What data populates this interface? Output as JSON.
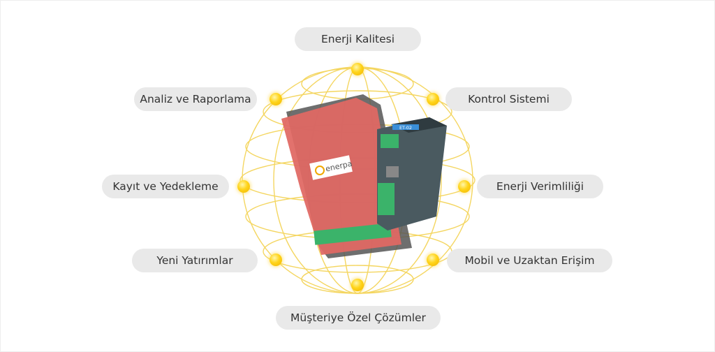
{
  "features": [
    {
      "id": "enerji-kalitesi",
      "label": "Enerji Kalitesi"
    },
    {
      "id": "analiz-ve-raporlama",
      "label": "Analiz ve Raporlama"
    },
    {
      "id": "kontrol-sistemi",
      "label": "Kontrol Sistemi"
    },
    {
      "id": "kayit-ve-yedekleme",
      "label": "Kayıt ve Yedekleme"
    },
    {
      "id": "enerji-verimliligi",
      "label": "Enerji Verimliliği"
    },
    {
      "id": "yeni-yatirimlar",
      "label": "Yeni Yatırımlar"
    },
    {
      "id": "mobil-ve-uzaktan-erisim",
      "label": "Mobil ve Uzaktan Erişim"
    },
    {
      "id": "musteriye-ozel-cozumler",
      "label": "Müşteriye Özel Çözümler"
    }
  ],
  "device": {
    "logo_text": "enerpa",
    "module_label": "ET-02"
  },
  "colors": {
    "pill_bg": "#e9e9e9",
    "text": "#333333",
    "accent_yellow": "#ffd41a",
    "device_red": "#d9443f",
    "module_gray": "#4a5a60",
    "terminal_green": "#3bb36a"
  }
}
